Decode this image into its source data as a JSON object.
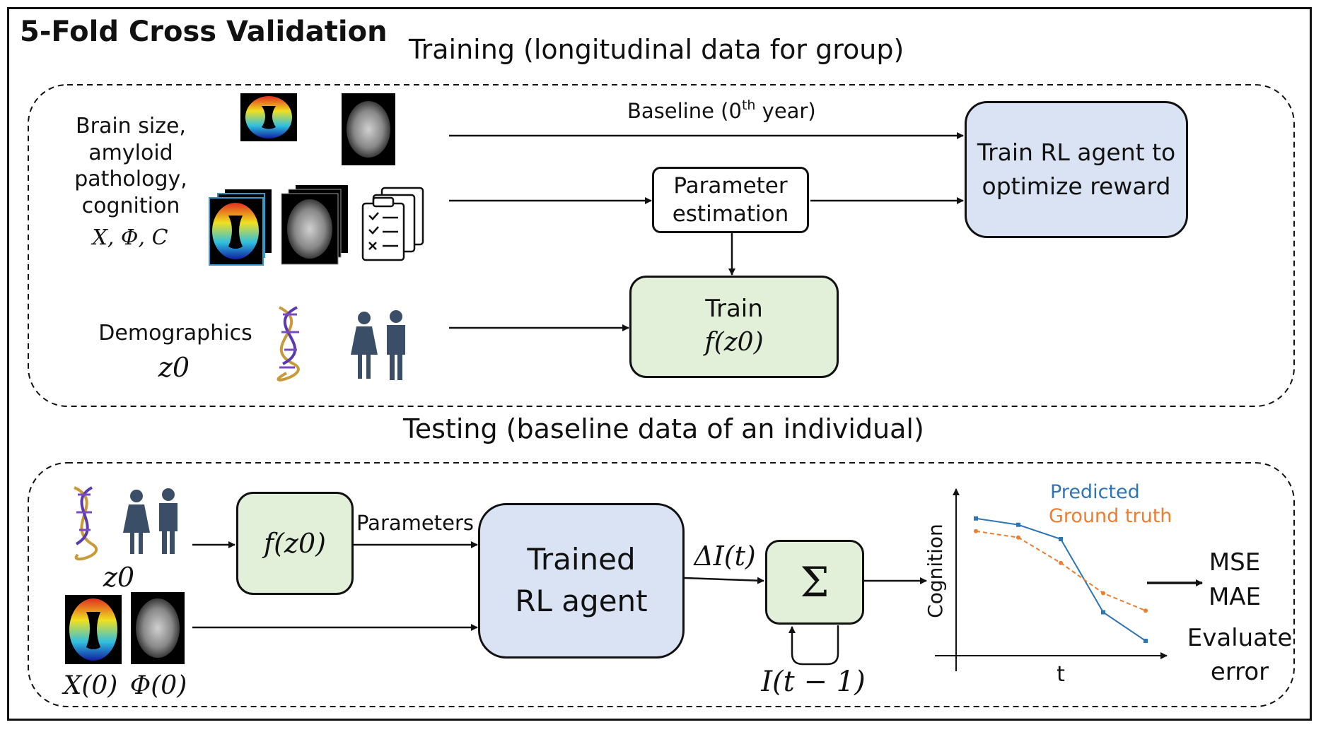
{
  "title": "5-Fold Cross Validation",
  "training": {
    "title": "Training (longitudinal data for group)",
    "inputs_label": [
      "Brain size,",
      "amyloid",
      "pathology,",
      "cognition"
    ],
    "inputs_math": "X, Φ, C",
    "demographics_label": "Demographics",
    "demographics_math": "z0",
    "baseline_label_prefix": "Baseline (0",
    "baseline_label_sup": "th",
    "baseline_label_suffix": " year)",
    "param_box": [
      "Parameter",
      "estimation"
    ],
    "train_box_label": "Train",
    "train_box_math": "f(z0)",
    "rl_box": [
      "Train RL agent to",
      "optimize reward"
    ]
  },
  "testing": {
    "title": "Testing (baseline data of an individual)",
    "z0_math": "z0",
    "x0_math": "X(0)",
    "phi0_math": "Φ(0)",
    "f_box_math": "f(z0)",
    "parameters_label": "Parameters",
    "rl_box": [
      "Trained",
      "RL agent"
    ],
    "delta_label": "ΔI(t)",
    "sigma": "Σ",
    "feedback_label": "I(t − 1)",
    "chart_ylabel": "Cognition",
    "chart_xlabel": "t",
    "legend_predicted": "Predicted",
    "legend_ground_truth": "Ground truth",
    "metrics": [
      "MSE",
      "MAE"
    ],
    "evaluate": [
      "Evaluate",
      "error"
    ]
  },
  "colors": {
    "blue_box": "#dae3f3",
    "green_box": "#e2f0d9",
    "predicted": "#2e75b6",
    "ground_truth": "#ed7d31"
  },
  "chart_data": {
    "type": "line",
    "x": [
      1,
      2,
      3,
      4,
      5
    ],
    "series": [
      {
        "name": "Predicted",
        "values": [
          0.85,
          0.81,
          0.72,
          0.26,
          0.08
        ]
      },
      {
        "name": "Ground truth",
        "values": [
          0.77,
          0.73,
          0.57,
          0.38,
          0.27
        ]
      }
    ],
    "xlabel": "t",
    "ylabel": "Cognition",
    "legend": "top"
  }
}
